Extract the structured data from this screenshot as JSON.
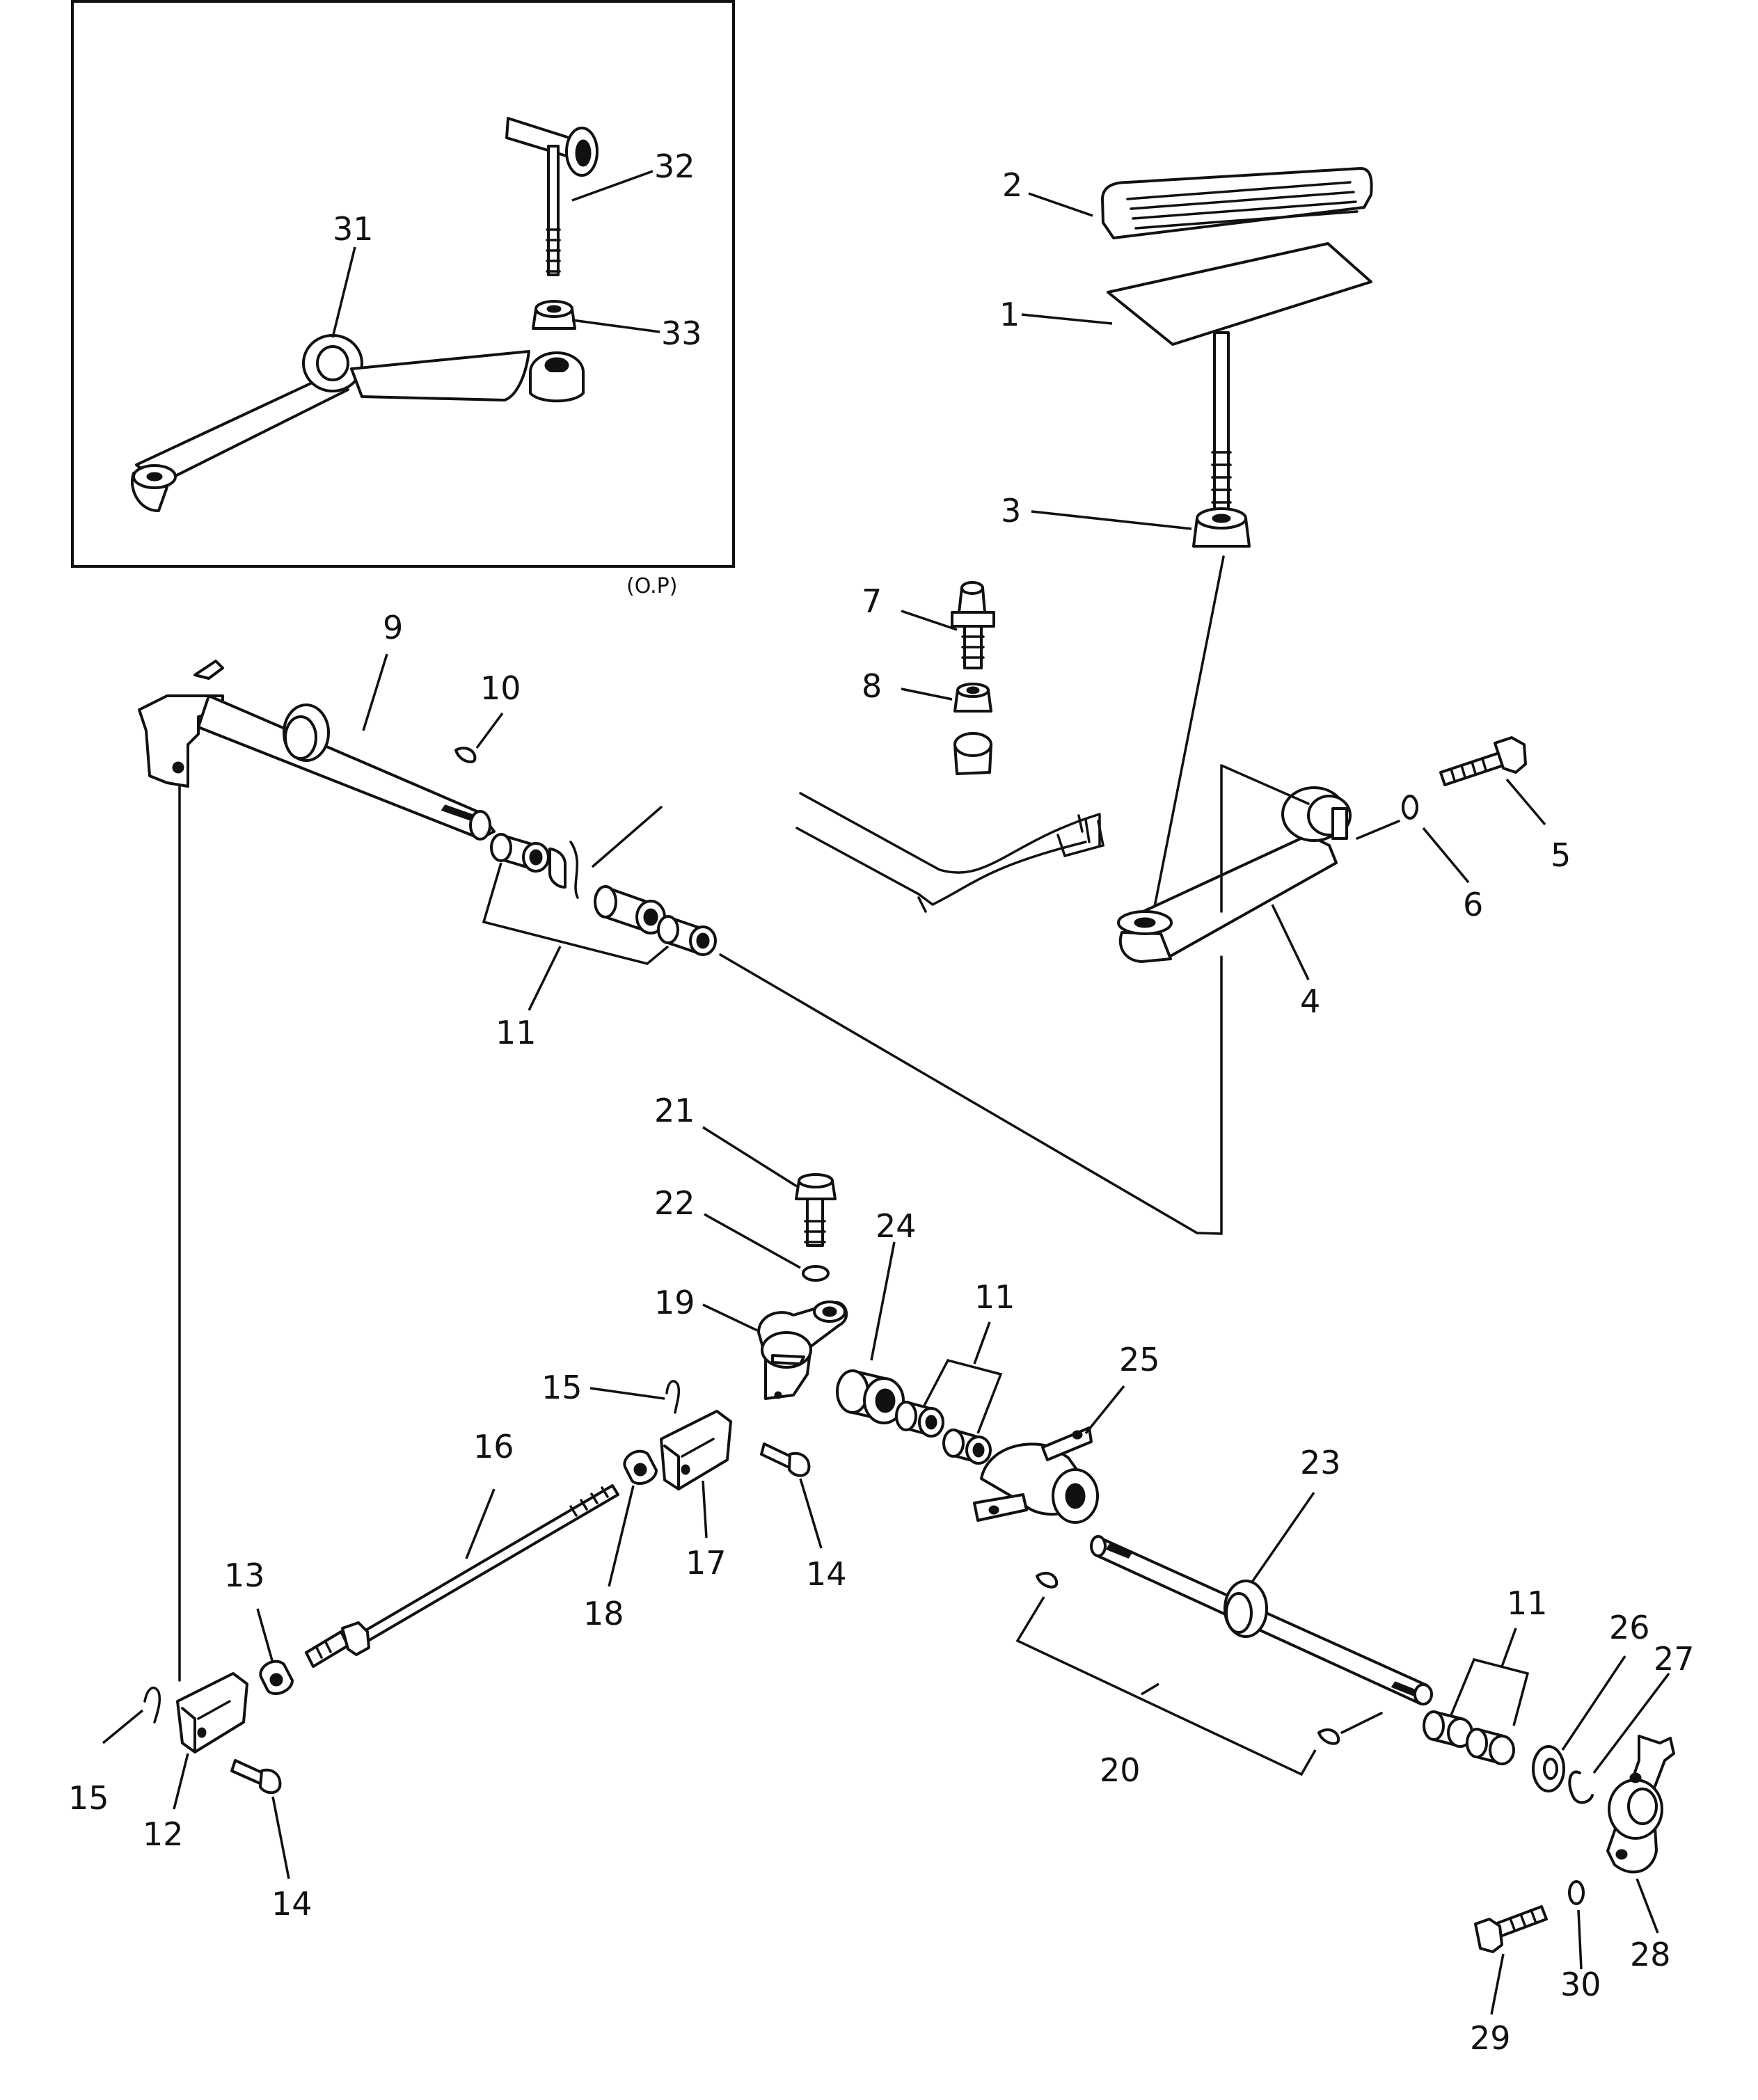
{
  "figure": {
    "inset_caption": "(O.P)",
    "callouts": {
      "c1": "1",
      "c2": "2",
      "c3": "3",
      "c4": "4",
      "c5": "5",
      "c6": "6",
      "c7": "7",
      "c8": "8",
      "c9": "9",
      "c10": "10",
      "c11a": "11",
      "c11b": "11",
      "c11c": "11",
      "c12": "12",
      "c13": "13",
      "c14a": "14",
      "c14b": "14",
      "c15a": "15",
      "c15b": "15",
      "c16": "16",
      "c17": "17",
      "c18": "18",
      "c19": "19",
      "c20": "20",
      "c21": "21",
      "c22": "22",
      "c23": "23",
      "c24": "24",
      "c25": "25",
      "c26": "26",
      "c27": "27",
      "c28": "28",
      "c29": "29",
      "c30": "30",
      "c31": "31",
      "c32": "32",
      "c33": "33"
    }
  }
}
